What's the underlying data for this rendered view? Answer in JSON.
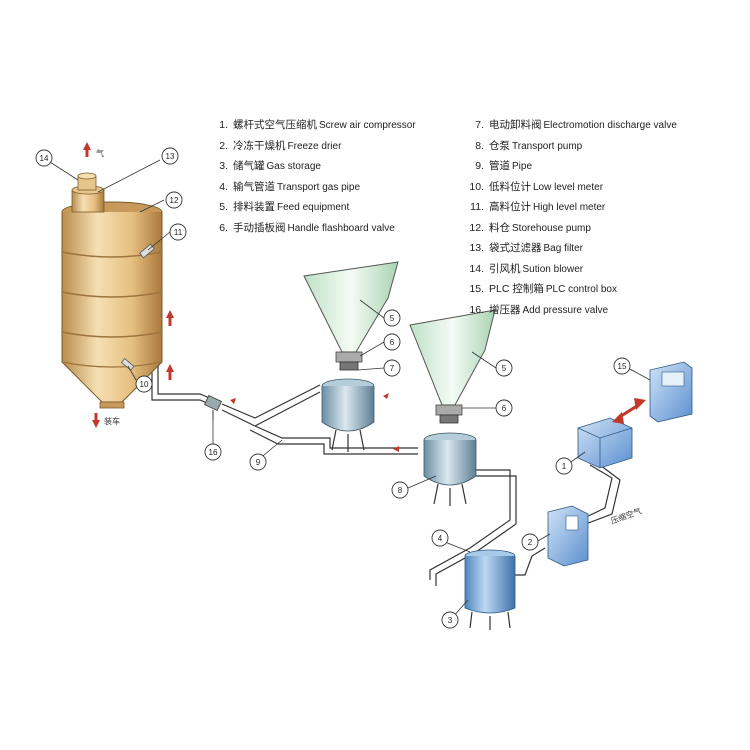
{
  "legend": [
    {
      "num": "1.",
      "zh": "螺杆式空气压缩机",
      "en": "Screw air compressor"
    },
    {
      "num": "2.",
      "zh": "冷冻干燥机",
      "en": "Freeze drier"
    },
    {
      "num": "3.",
      "zh": "储气罐",
      "en": "Gas storage"
    },
    {
      "num": "4.",
      "zh": "输气管道",
      "en": "Transport gas pipe"
    },
    {
      "num": "5.",
      "zh": "排料装置",
      "en": "Feed equipment"
    },
    {
      "num": "6.",
      "zh": "手动插板阀",
      "en": "Handle flashboard valve"
    },
    {
      "num": "7.",
      "zh": "电动卸料阀",
      "en": "Electromotion discharge valve"
    },
    {
      "num": "8.",
      "zh": "仓泵",
      "en": "Transport pump"
    },
    {
      "num": "9.",
      "zh": "管道",
      "en": "Pipe"
    },
    {
      "num": "10.",
      "zh": "低料位计",
      "en": "Low level meter"
    },
    {
      "num": "11.",
      "zh": "高料位计",
      "en": "High level meter"
    },
    {
      "num": "12.",
      "zh": "料仓",
      "en": "Storehouse pump"
    },
    {
      "num": "13.",
      "zh": "袋式过滤器",
      "en": "Bag filter"
    },
    {
      "num": "14.",
      "zh": "引风机",
      "en": "Sution blower"
    },
    {
      "num": "15.",
      "zh": "PLC 控制箱",
      "en": "PLC control box"
    },
    {
      "num": "16.",
      "zh": "增压器",
      "en": "Add pressure valve"
    }
  ],
  "callouts": {
    "c1": "1",
    "c2": "2",
    "c3": "3",
    "c4": "4",
    "c5a": "5",
    "c5b": "5",
    "c6a": "6",
    "c6b": "6",
    "c7": "7",
    "c8": "8",
    "c9": "9",
    "c10": "10",
    "c11": "11",
    "c12": "12",
    "c13": "13",
    "c14": "14",
    "c15": "15",
    "c16": "16"
  },
  "annotations": {
    "air_out": "气",
    "car_out": "装车",
    "compressed_air": "压缩空气"
  },
  "colors": {
    "silo": "#e8c58a",
    "silo_band": "#b7894a",
    "tank": "#7aa9d6",
    "hopper": "#d9eddc",
    "pump": "#93b4c8",
    "compressor": "#8fb7e6",
    "arrow": "#c0392b",
    "line": "#333333"
  }
}
